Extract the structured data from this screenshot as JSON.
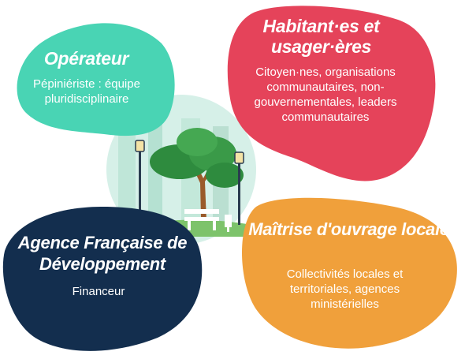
{
  "colors": {
    "operateur": "#49D4B4",
    "habitants": "#E5435A",
    "afd": "#132E4E",
    "maitrise": "#F0A03B",
    "park_bg": "#D6F0E8"
  },
  "blobs": [
    {
      "key": "operateur",
      "title": "Opérateur",
      "subtitle": "Pépiniériste : équipe pluridisciplinaire"
    },
    {
      "key": "habitants",
      "title": "Habitant·es et usager·ères",
      "subtitle": "Citoyen·nes, organisations communautaires, non-gouvernementales, leaders communautaires"
    },
    {
      "key": "afd",
      "title": "Agence Française de Développement",
      "subtitle": "Financeur"
    },
    {
      "key": "maitrise",
      "title": "Maîtrise d'ouvrage locale",
      "subtitle": "Collectivités locales et territoriales, agences ministérielles"
    }
  ],
  "illustration": {
    "icons": [
      "park-tree-icon",
      "bench-icon",
      "lamp-post-icon",
      "trash-bin-icon"
    ]
  }
}
